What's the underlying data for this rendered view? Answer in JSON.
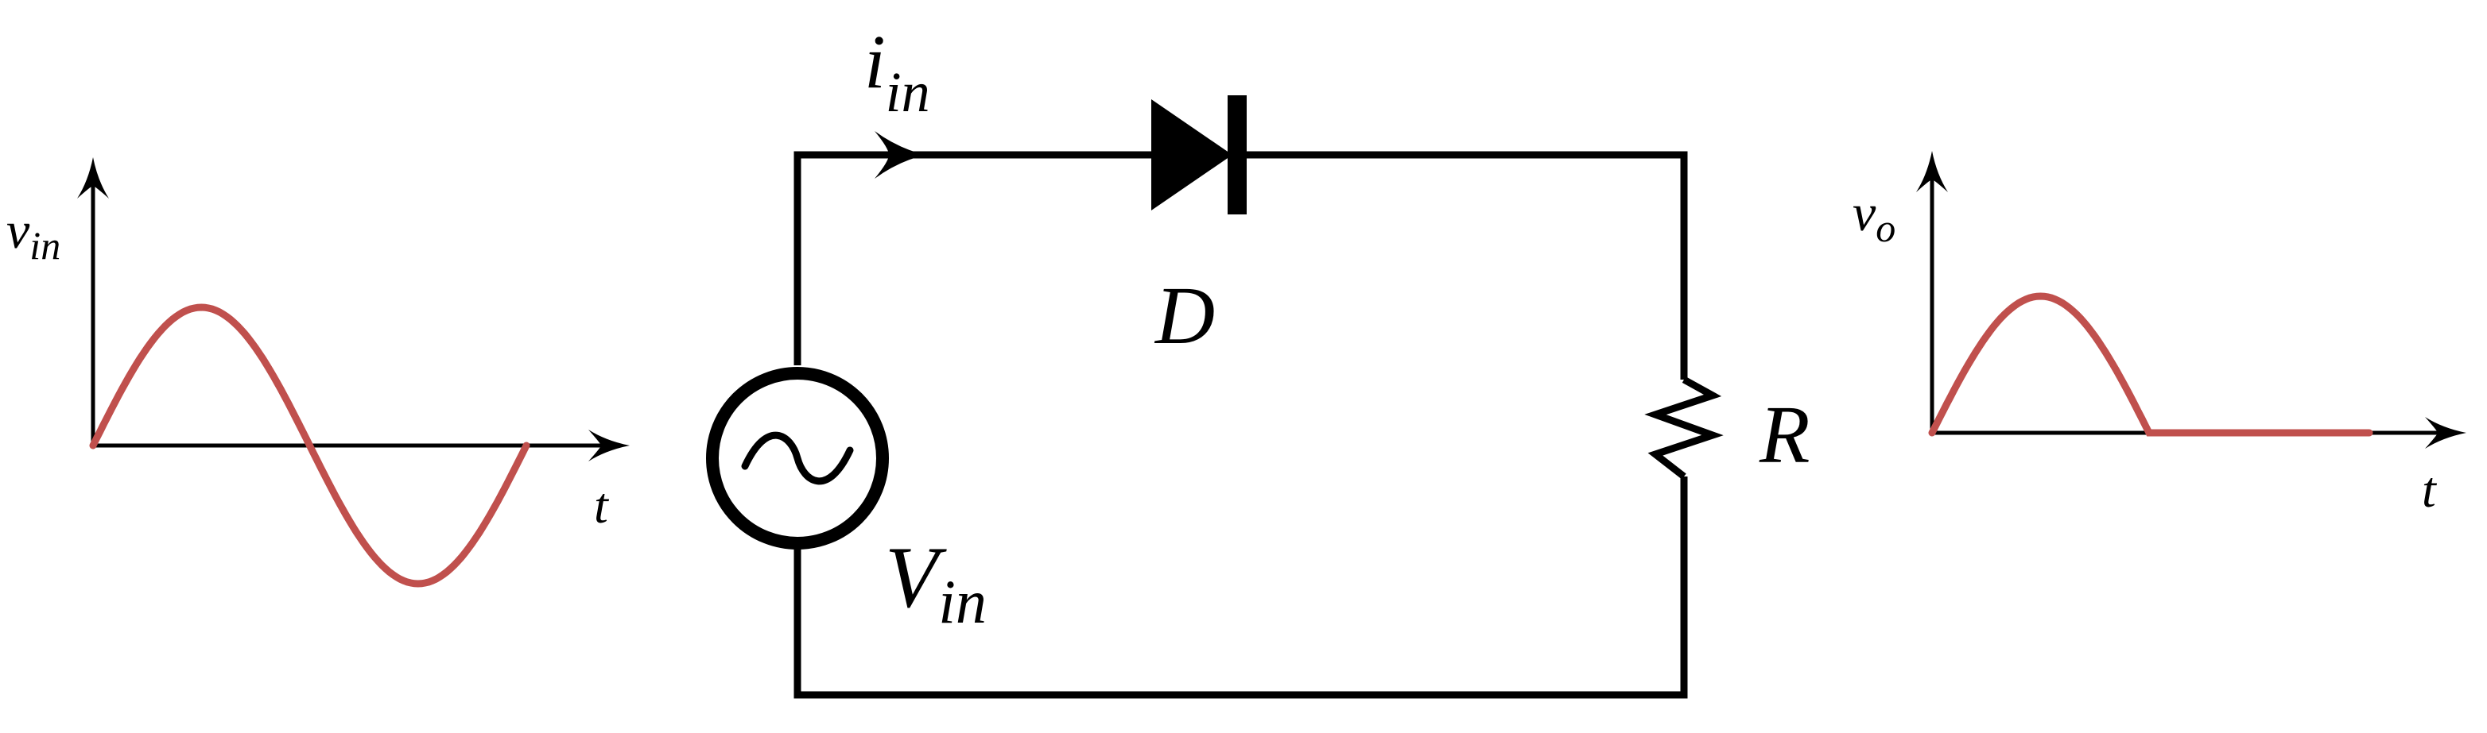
{
  "input_plot": {
    "y_label": {
      "main": "v",
      "sub": "in"
    },
    "x_label": "t",
    "wave": "full sine"
  },
  "output_plot": {
    "y_label": {
      "main": "v",
      "sub": "o"
    },
    "x_label": "t",
    "wave": "positive half-cycle, then zero"
  },
  "circuit": {
    "current_label": {
      "main": "i",
      "sub": "in"
    },
    "diode_label": "D",
    "resistor_label": "R",
    "source_label": {
      "main": "V",
      "sub": "in"
    },
    "source_symbol": "sine-wave-icon"
  },
  "colors": {
    "waveform": "#c0504d",
    "wire": "#000000"
  }
}
